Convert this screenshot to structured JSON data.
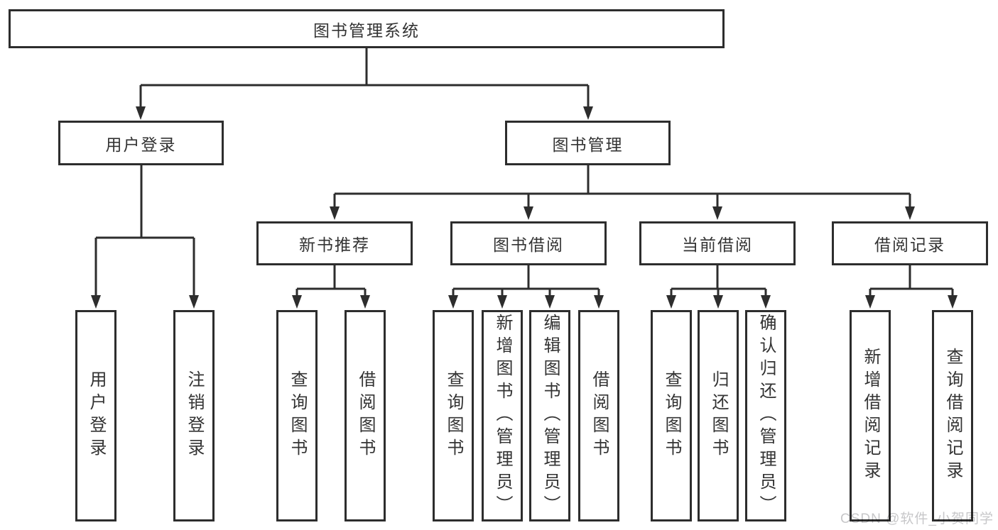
{
  "diagram": {
    "root": "图书管理系统",
    "branches": [
      {
        "label": "用户登录",
        "leaves": [
          "用户登录",
          "注销登录"
        ]
      },
      {
        "label": "图书管理",
        "groups": [
          {
            "label": "新书推荐",
            "leaves": [
              "查询图书",
              "借阅图书"
            ]
          },
          {
            "label": "图书借阅",
            "leaves": [
              "查询图书",
              "新增图书（管理员）",
              "编辑图书（管理员）",
              "借阅图书"
            ]
          },
          {
            "label": "当前借阅",
            "leaves": [
              "查询图书",
              "归还图书",
              "确认归还（管理员）"
            ]
          },
          {
            "label": "借阅记录",
            "leaves": [
              "新增借阅记录",
              "查询借阅记录"
            ]
          }
        ]
      }
    ],
    "watermark": "CSDN @软件_小贺同学",
    "colors": {
      "line": "#2d2d2d",
      "text": "#333333",
      "background": "#ffffff",
      "watermark": "#c7c7c9"
    }
  }
}
